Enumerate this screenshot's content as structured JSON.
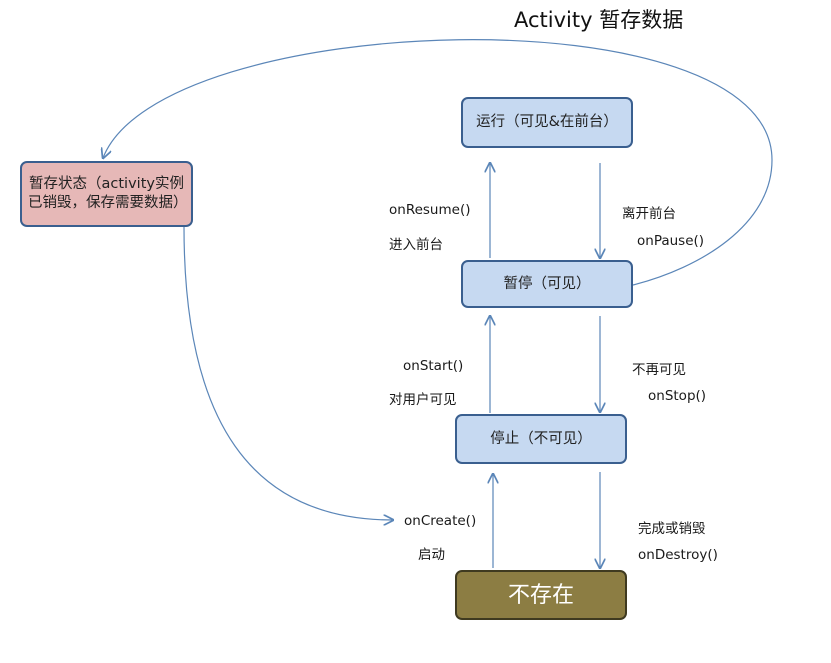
{
  "title": "Activity 暂存数据",
  "nodes": {
    "running": "运行（可见&在前台）",
    "paused": "暂停（可见）",
    "stopped": "停止（不可见）",
    "nonexistent": "不存在",
    "saved": "暂存状态（activity实例已销毁，保存需要数据）"
  },
  "labels": {
    "on_resume": "onResume()",
    "enter_foreground": "进入前台",
    "leave_foreground": "离开前台",
    "on_pause": "onPause()",
    "on_start": "onStart()",
    "visible_to_user": "对用户可见",
    "no_longer_visible": "不再可见",
    "on_stop": "onStop()",
    "on_create": "onCreate()",
    "launch": "启动",
    "finish_or_destroy": "完成或销毁",
    "on_destroy": "onDestroy()"
  },
  "colors": {
    "state_fill": "#c6d9f1",
    "state_border": "#3a5f8f",
    "saved_fill": "#e6b8b7",
    "nonexistent_fill": "#8c7d43",
    "arrow": "#5b86b8"
  }
}
